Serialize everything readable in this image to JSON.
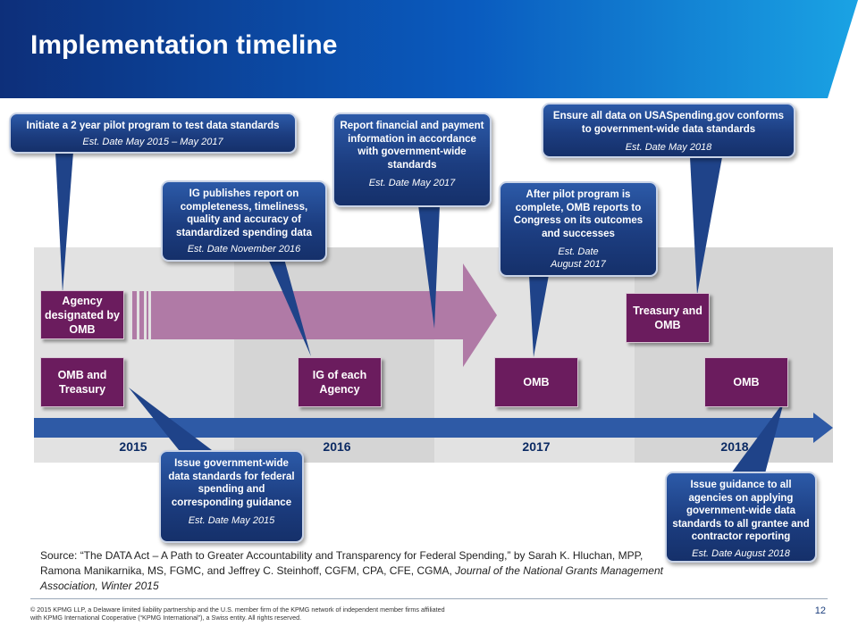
{
  "header": {
    "title": "Implementation timeline"
  },
  "years": [
    "2015",
    "2016",
    "2017",
    "2018"
  ],
  "actors": {
    "agency": "Agency designated by OMB",
    "omb_treasury": "OMB and Treasury",
    "ig": "IG of each Agency",
    "omb_2017": "OMB",
    "treasury_omb": "Treasury and OMB",
    "omb_2018": "OMB"
  },
  "callouts": {
    "pilot": {
      "text": "Initiate a 2 year pilot program to test data standards",
      "date": "Est. Date May 2015 – May 2017"
    },
    "ig_report": {
      "text": "IG publishes report on completeness, timeliness, quality and accuracy of standardized spending data",
      "date": "Est. Date November 2016"
    },
    "report_financial": {
      "text": "Report financial and payment information in accordance with government-wide standards",
      "date": "Est. Date May 2017"
    },
    "omb_reports": {
      "text": "After pilot program is complete, OMB reports to Congress on its outcomes and successes",
      "date": "Est. Date August 2017"
    },
    "usaspending": {
      "text": "Ensure all data on USASpending.gov conforms to government-wide data standards",
      "date": "Est. Date May 2018"
    },
    "issue_standards": {
      "text": "Issue government-wide data standards for federal spending and corresponding guidance",
      "date": "Est. Date May 2015"
    },
    "issue_guidance": {
      "text": "Issue guidance to all agencies on applying government-wide data standards to all grantee and contractor reporting",
      "date": "Est. Date August 2018"
    }
  },
  "source": {
    "prefix": "Source: “The DATA Act – A Path to Greater Accountability and Transparency for Federal Spending,” by Sarah K. Hluchan, MPP, Ramona Manikarnika, MS, FGMC, and Jeffrey C. Steinhoff, CGFM, CPA, CFE, CGMA,",
    "journal": "Journal of the National Grants Management Association, Winter 2015"
  },
  "footer": {
    "copyright": "© 2015 KPMG LLP, a Delaware limited liability partnership and the U.S. member firm of the KPMG network of independent member firms affiliated with KPMG International Cooperative (“KPMG International”), a Swiss entity. All rights reserved.",
    "page": "12"
  },
  "colors": {
    "navy": "#1c3d80",
    "purple": "#6b1c5e",
    "arrow_lilac": "#b07aa6",
    "timeline_blue": "#2e5aa6"
  }
}
